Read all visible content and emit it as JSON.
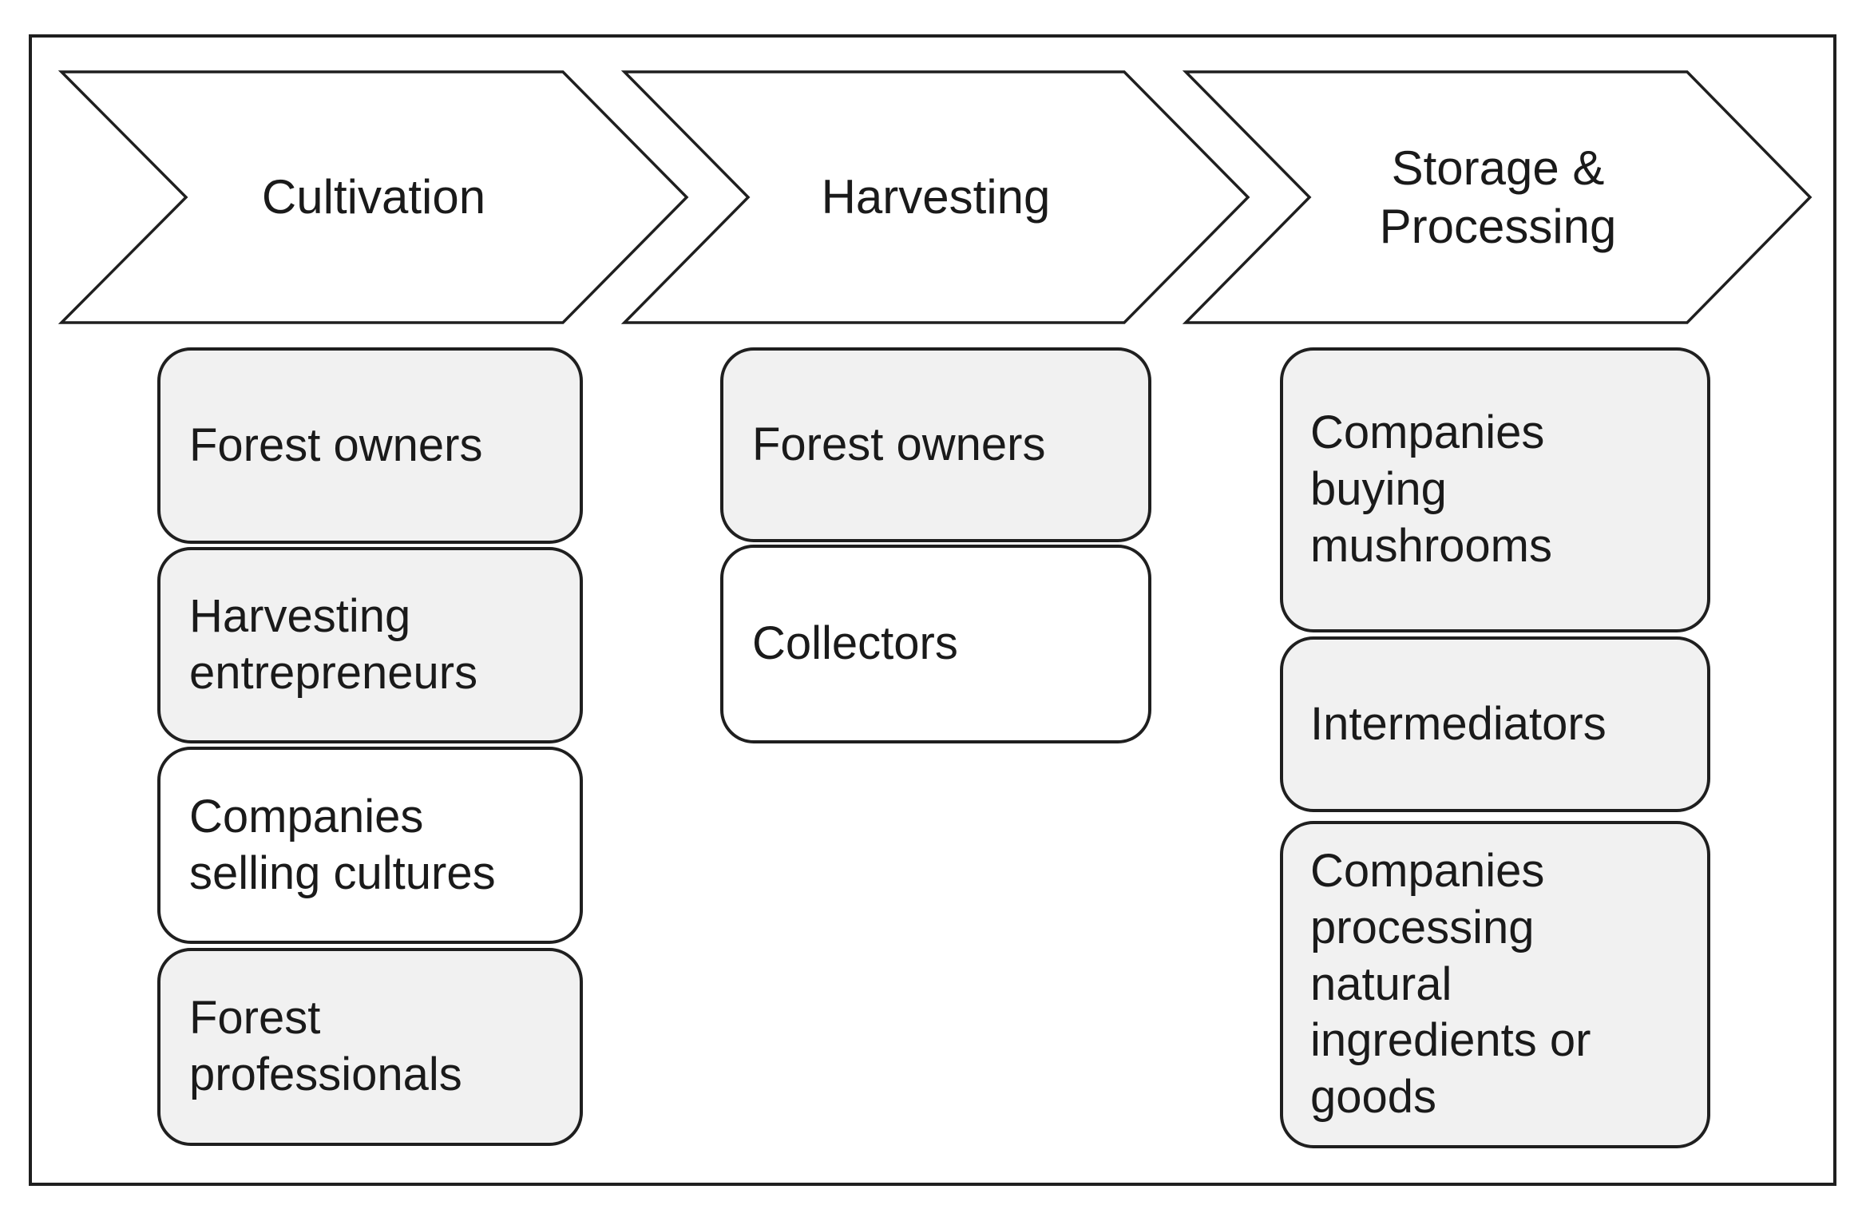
{
  "stages": [
    {
      "label": "Cultivation",
      "actors": [
        {
          "label": "Forest owners",
          "filled": true
        },
        {
          "label": "Harvesting entrepreneurs",
          "filled": true
        },
        {
          "label": "Companies selling cultures",
          "filled": false
        },
        {
          "label": "Forest professionals",
          "filled": true
        }
      ]
    },
    {
      "label": "Harvesting",
      "actors": [
        {
          "label": "Forest owners",
          "filled": true
        },
        {
          "label": "Collectors",
          "filled": false
        }
      ]
    },
    {
      "label": "Storage & Processing",
      "actors": [
        {
          "label": "Companies buying mushrooms",
          "filled": true
        },
        {
          "label": "Intermediators",
          "filled": true
        },
        {
          "label": "Companies processing natural ingredients or goods",
          "filled": true
        }
      ]
    }
  ],
  "colors": {
    "stroke": "#1f1f1f",
    "text": "#1a1a1a",
    "box_fill_gray": "#f1f1f1",
    "box_fill_white": "#ffffff",
    "chevron_fill": "#ffffff"
  }
}
